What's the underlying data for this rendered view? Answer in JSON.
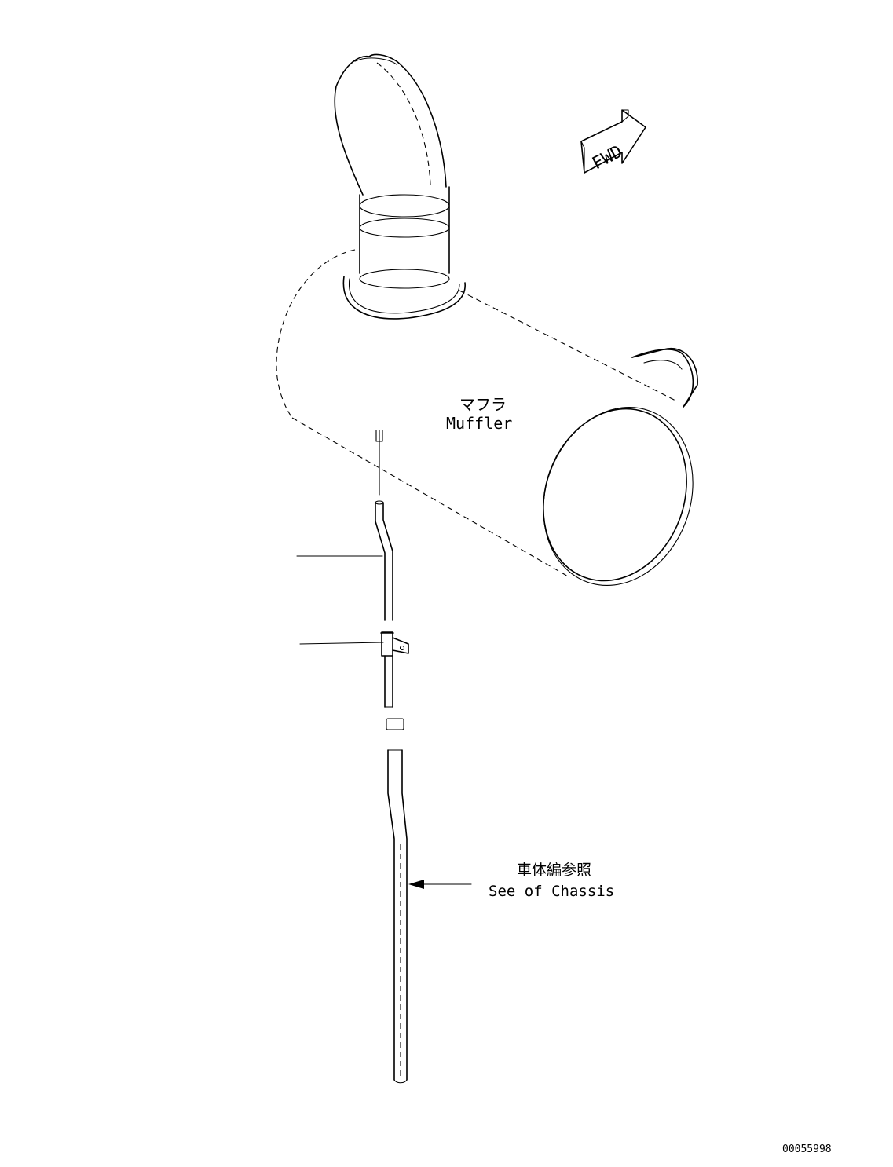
{
  "labels": {
    "muffler_ja": "マフラ",
    "muffler_en": "Muffler",
    "chassis_ja": "車体編参照",
    "chassis_en": "See of Chassis",
    "fwd": "FWD",
    "drawing_number": "00055998"
  }
}
